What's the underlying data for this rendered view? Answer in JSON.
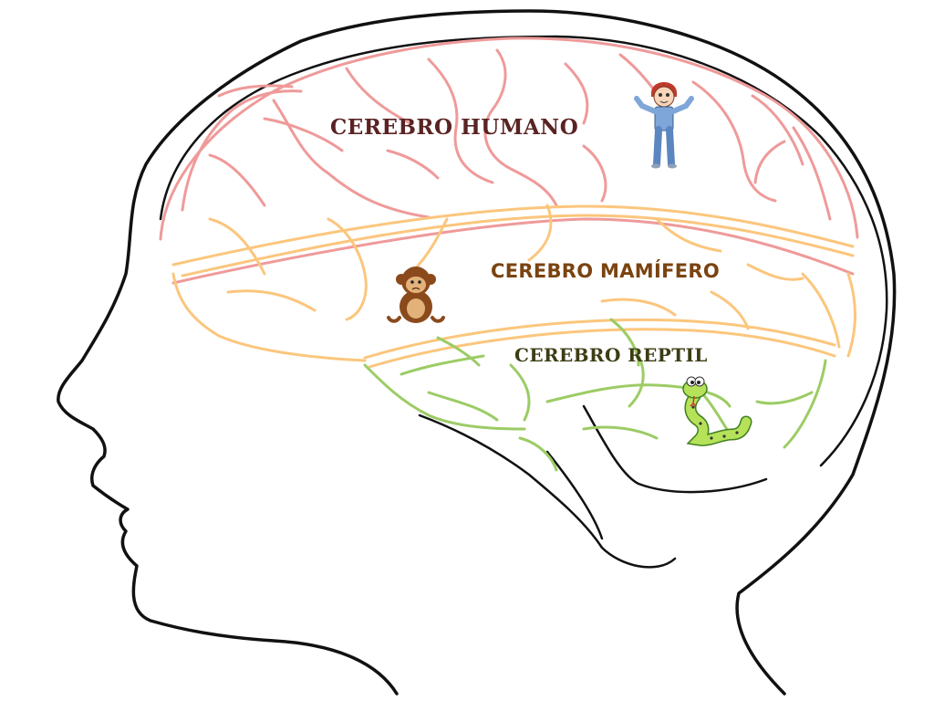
{
  "regions": {
    "human": {
      "label": "CEREBRO HUMANO",
      "vein_color": "#ef9a9a",
      "icon": "person-icon"
    },
    "mammal": {
      "label": "CEREBRO MAMÍFERO",
      "vein_color": "#fbc67d",
      "icon": "monkey-icon"
    },
    "reptile": {
      "label": "CEREBRO REPTIL",
      "vein_color": "#9ccc65",
      "icon": "snake-icon"
    }
  },
  "colors": {
    "outline": "#111111",
    "human_text": "#5a2323",
    "mammal_text": "#7a4310",
    "reptile_text": "#3d3d15"
  }
}
